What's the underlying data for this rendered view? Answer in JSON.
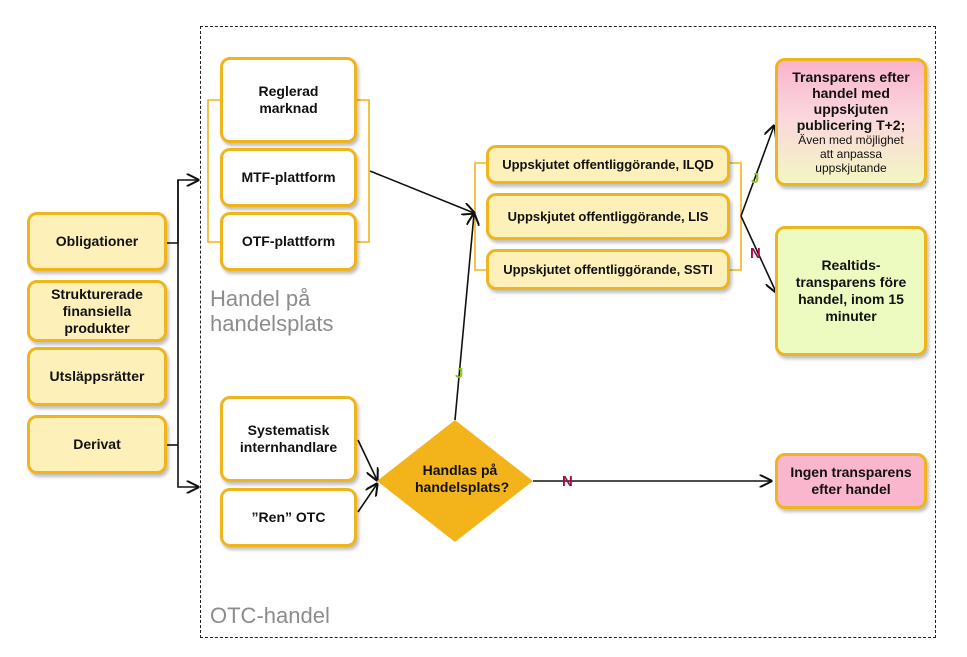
{
  "instruments": {
    "bonds": "Obligationer",
    "structured": "Strukturerade finansiella produkter",
    "emissions": "Utsläppsrätter",
    "derivatives": "Derivat"
  },
  "venues": {
    "regulated": "Reglerad marknad",
    "mtf": "MTF-plattform",
    "otf": "OTF-plattform",
    "label": "Handel på handelsplats"
  },
  "otc": {
    "si": "Systematisk internhandlare",
    "pure": "”Ren” OTC",
    "label": "OTC-handel"
  },
  "deferrals": {
    "ilqd": "Uppskjutet offentliggörande, ILQD",
    "lis": "Uppskjutet offentliggörande, LIS",
    "ssti": "Uppskjutet offentliggörande, SSTI"
  },
  "decision": {
    "question": "Handlas på handelsplats?",
    "yes": "J",
    "no": "N"
  },
  "outcomes": {
    "deferred_title": "Transparens efter handel med uppskjuten publicering T+2;",
    "deferred_note": "Även med möjlighet att anpassa uppskjutande",
    "realtime": "Realtids-transparens före handel, inom 15 minuter",
    "none": "Ingen transparens efter handel"
  },
  "branch_labels": {
    "yes": "J",
    "no": "N"
  },
  "colors": {
    "border": "#f0b41c",
    "box_fill": "#fdf0b8",
    "diamond": "#f2b31b",
    "yes": "#8ec92a",
    "no": "#a01048",
    "outcome_green": "#eefbc0",
    "outcome_pink": "#f9b6cc"
  }
}
